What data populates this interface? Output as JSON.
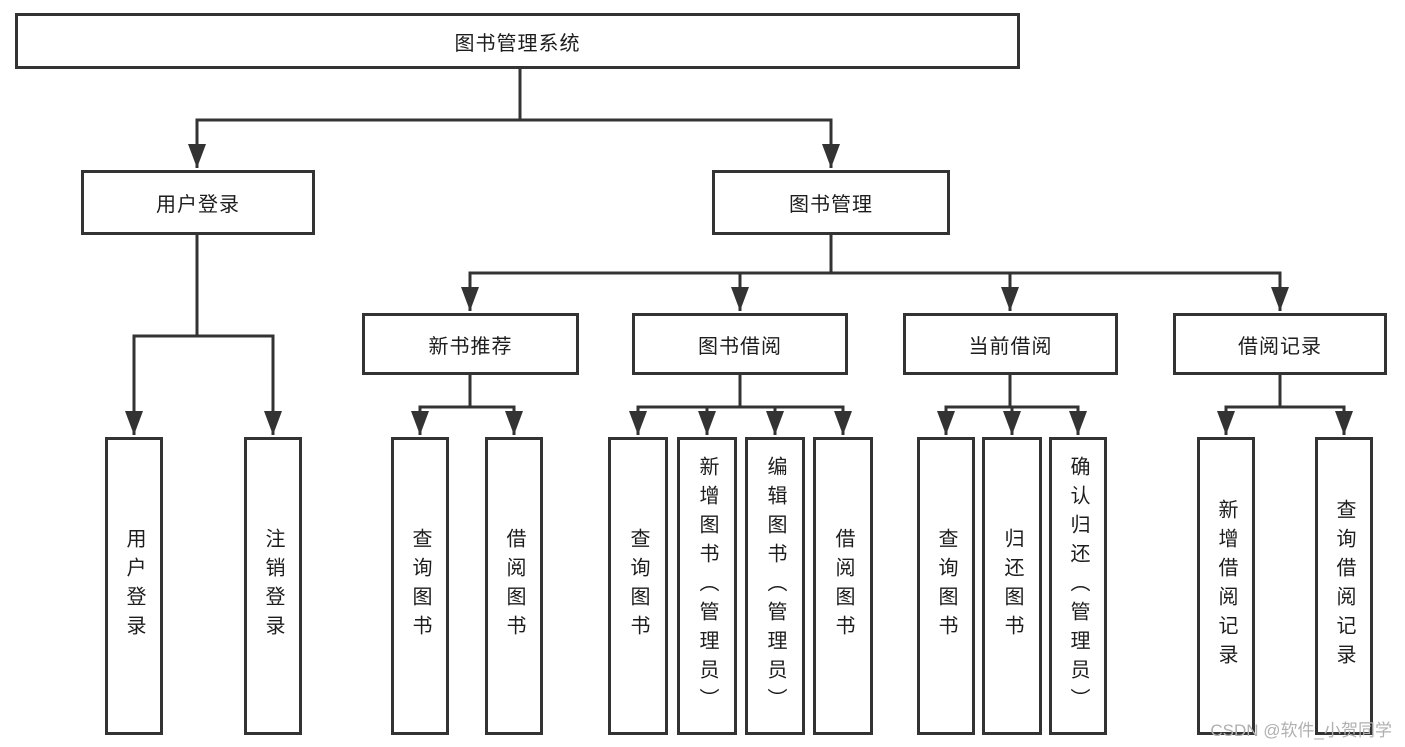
{
  "diagram": {
    "root": {
      "label": "图书管理系统",
      "children": [
        {
          "label": "用户登录",
          "children": [
            {
              "label": "用户登录"
            },
            {
              "label": "注销登录"
            }
          ]
        },
        {
          "label": "图书管理",
          "children": [
            {
              "label": "新书推荐",
              "children": [
                {
                  "label": "查询图书"
                },
                {
                  "label": "借阅图书"
                }
              ]
            },
            {
              "label": "图书借阅",
              "children": [
                {
                  "label": "查询图书"
                },
                {
                  "label": "新增图书（管理员）"
                },
                {
                  "label": "编辑图书（管理员）"
                },
                {
                  "label": "借阅图书"
                }
              ]
            },
            {
              "label": "当前借阅",
              "children": [
                {
                  "label": "查询图书"
                },
                {
                  "label": "归还图书"
                },
                {
                  "label": "确认归还（管理员）"
                }
              ]
            },
            {
              "label": "借阅记录",
              "children": [
                {
                  "label": "新增借阅记录"
                },
                {
                  "label": "查询借阅记录"
                }
              ]
            }
          ]
        }
      ]
    }
  },
  "watermark": {
    "text": "CSDN @软件_小贺同学"
  },
  "colors": {
    "line": "#333333",
    "text": "#1d1d1d",
    "watermark": "#b0b0b0",
    "background": "#ffffff"
  }
}
